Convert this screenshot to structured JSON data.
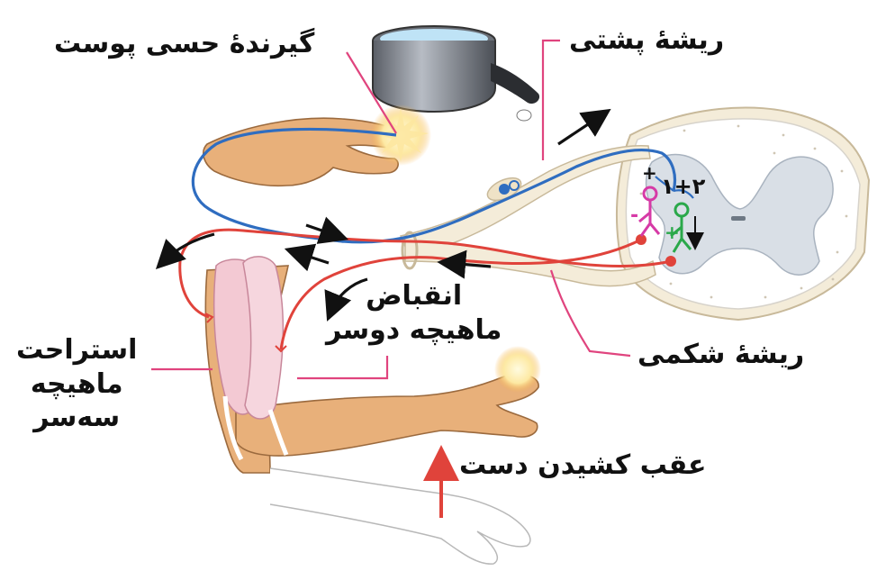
{
  "labels": {
    "skin_receptor": "گیرندهٔ حسی پوست",
    "dorsal_root": "ریشهٔ پشتی",
    "ventral_root": "ریشهٔ شکمی",
    "biceps_contraction": [
      "انقباض",
      "ماهیچه دوسر"
    ],
    "triceps_relaxation": [
      "استراحت",
      "ماهیچه",
      "سه‌سر"
    ],
    "hand_withdrawal": "عقب کشیدن دست"
  },
  "synapse_signs": {
    "excitatory_top": "+",
    "sum": "۱+۲",
    "inhibitory": "-",
    "excitatory_green": "+"
  },
  "colors": {
    "sensory_neuron": "#2f6dc0",
    "motor_neuron": "#e0433b",
    "inhibitory_interneuron": "#d63aa6",
    "excitatory_interneuron": "#2aa84a",
    "leader_line": "#e0447e",
    "skin": "#e8b07a",
    "muscle": "#f3c9d3",
    "spinal_gray": "#d9dfe6"
  }
}
